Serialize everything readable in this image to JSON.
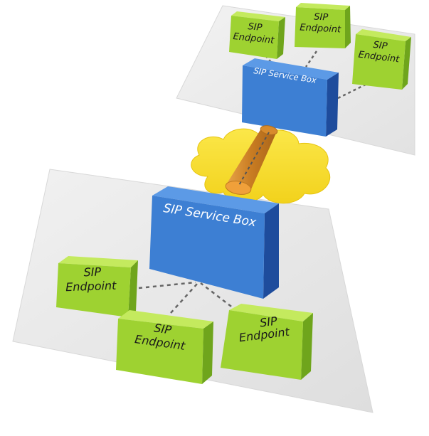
{
  "top_site": {
    "service_box_label": "SIP Service Box",
    "endpoints": [
      {
        "line1": "SIP",
        "line2": "Endpoint"
      },
      {
        "line1": "SIP",
        "line2": "Endpoint"
      },
      {
        "line1": "SIP",
        "line2": "Endpoint"
      }
    ]
  },
  "bottom_site": {
    "service_box_label": "SIP Service Box",
    "endpoints": [
      {
        "line1": "SIP",
        "line2": "Endpoint"
      },
      {
        "line1": "SIP",
        "line2": "Endpoint"
      },
      {
        "line1": "SIP",
        "line2": "Endpoint"
      }
    ]
  },
  "colors": {
    "endpoint_front": "#9bd12f",
    "endpoint_top": "#c2ea5a",
    "endpoint_side": "#6fa51c",
    "service_front": "#3d7fd3",
    "service_top": "#5c9ae6",
    "service_side": "#1e4c9c",
    "cloud": "#f5dc2e",
    "tunnel": "#d58a2c",
    "platform": "#ececec",
    "connector": "#666666"
  },
  "icons": [
    "cloud-icon",
    "tunnel-icon"
  ]
}
